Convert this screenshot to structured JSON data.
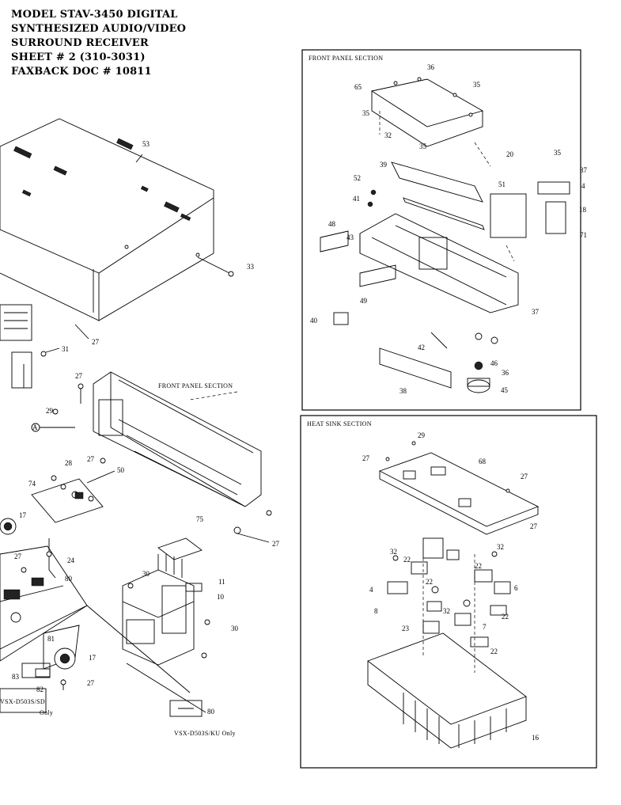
{
  "header": {
    "line1": "MODEL STAV-3450 DIGITAL",
    "line2": "SYNTHESIZED AUDIO/VIDEO",
    "line3": "SURROUND RECEIVER",
    "line4": "SHEET # 2  (310-3031)",
    "line5": "FAXBACK DOC # 10811"
  },
  "sections": {
    "front_panel_box": "FRONT PANEL SECTION",
    "front_panel_main": "FRONT PANEL SECTION",
    "heat_sink": "HEAT SINK SECTION"
  },
  "notes": {
    "left_only_l1": "VSX-D503S/SD",
    "left_only_l2": "Only",
    "right_only": "VSX-D503S/KU Only"
  },
  "callouts": {
    "main": [
      "53",
      "33",
      "27",
      "31",
      "27",
      "29",
      "A",
      "28",
      "27",
      "50",
      "74",
      "17",
      "27",
      "24",
      "80",
      "81",
      "83",
      "82",
      "17",
      "27",
      "75",
      "11",
      "10",
      "30",
      "30",
      "27",
      "80"
    ],
    "front": [
      "36",
      "35",
      "65",
      "35",
      "32",
      "35",
      "20",
      "39",
      "52",
      "35",
      "87",
      "4",
      "51",
      "18",
      "41",
      "48",
      "43",
      "71",
      "49",
      "37",
      "40",
      "42",
      "46",
      "36",
      "38",
      "45"
    ],
    "heat": [
      "29",
      "27",
      "68",
      "27",
      "27",
      "32",
      "32",
      "22",
      "4",
      "22",
      "6",
      "22",
      "32",
      "8",
      "23",
      "7",
      "22",
      "22",
      "16"
    ]
  }
}
